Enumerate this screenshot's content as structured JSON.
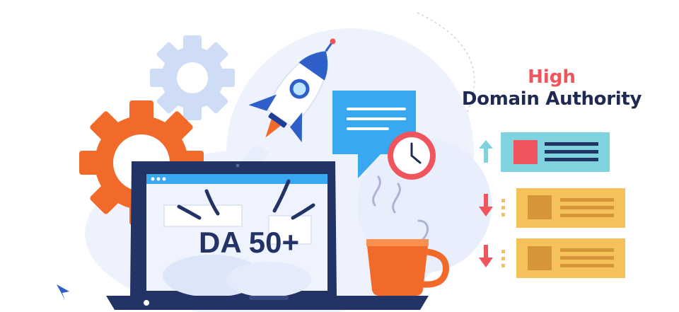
{
  "heading": {
    "line1": "High",
    "line2": "Domain Authority"
  },
  "screen": {
    "badge_text": "DA 50+"
  },
  "ranking_cards": [
    {
      "trend": "up",
      "card_color": "#7ed3de"
    },
    {
      "trend": "down",
      "card_color": "#f5c15a"
    },
    {
      "trend": "down",
      "card_color": "#f5c15a"
    }
  ],
  "colors": {
    "accent_red": "#f0545c",
    "navy": "#1e2a52",
    "gear_orange": "#f26a2a",
    "rocket_blue": "#2f5fc8",
    "chat_blue": "#38a8f0",
    "soft_blue_bg": "#e8eefb"
  },
  "icons": [
    "gear-icon",
    "rocket-icon",
    "chat-bubble-icon",
    "clock-icon",
    "coffee-mug-icon",
    "arrow-up-icon",
    "arrow-down-icon",
    "cursor-icon"
  ]
}
